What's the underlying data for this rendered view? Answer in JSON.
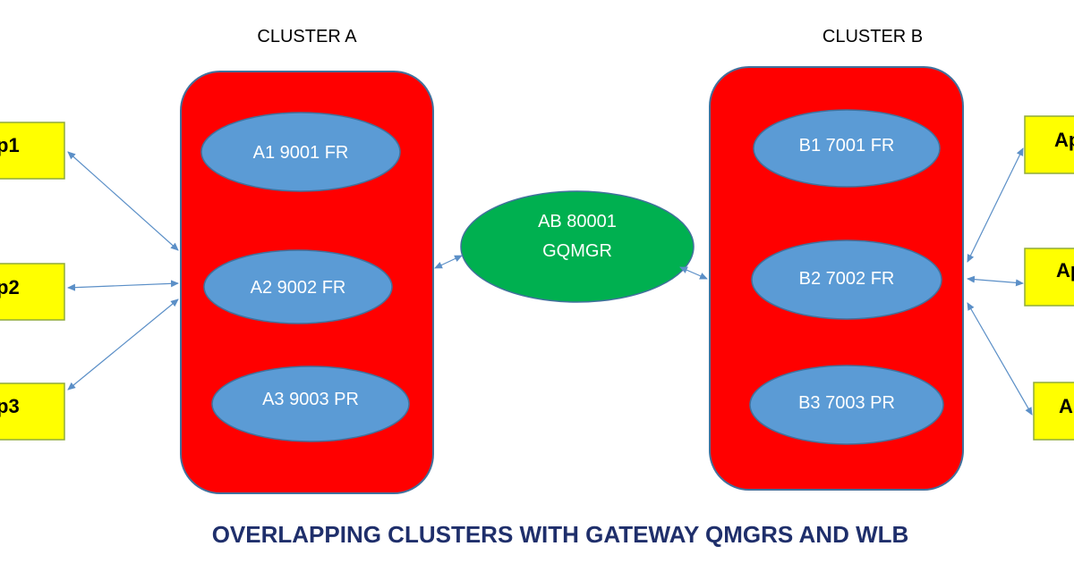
{
  "title": "OVERLAPPING CLUSTERS WITH GATEWAY QMGRS AND WLB",
  "colors": {
    "cluster_fill": "#ff0000",
    "cluster_stroke": "#41719c",
    "qmgr_fill": "#5b9bd5",
    "qmgr_stroke": "#41719c",
    "gateway_fill": "#00b050",
    "app_fill": "#ffff00",
    "app_stroke": "#8faa3c",
    "connector": "#5b8fc7",
    "title": "#1f2f6b"
  },
  "cluster_a": {
    "label": "CLUSTER A",
    "qmgrs": [
      "A1 9001 FR",
      "A2 9002 FR",
      "A3 9003 PR"
    ]
  },
  "cluster_b": {
    "label": "CLUSTER B",
    "qmgrs": [
      "B1 7001 FR",
      "B2 7002 FR",
      "B3 7003 PR"
    ]
  },
  "gateway": {
    "line1": "AB 80001",
    "line2": "GQMGR"
  },
  "apps_left": [
    "p1",
    "p2",
    "p3"
  ],
  "apps_right": [
    "Ap",
    "Ap",
    "A"
  ]
}
